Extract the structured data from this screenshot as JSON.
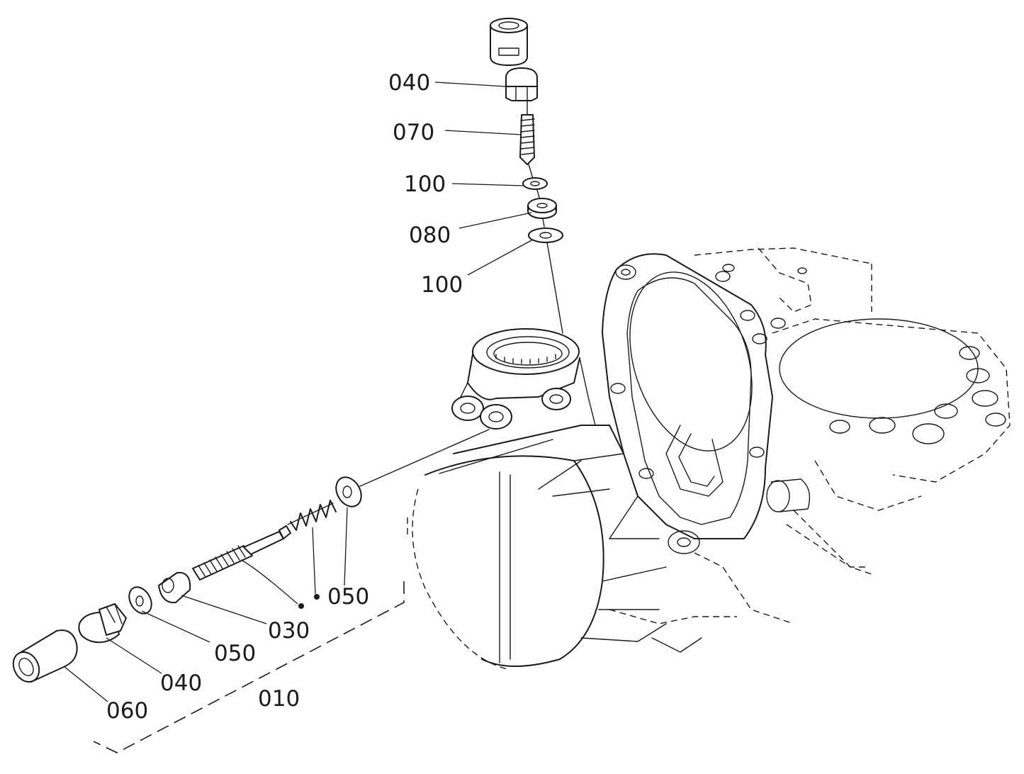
{
  "labels": {
    "l040_top": "040",
    "l070": "070",
    "l100_a": "100",
    "l080": "080",
    "l100_b": "100",
    "l050_right": "050",
    "l030": "030",
    "l050_left": "050",
    "l040_bottom": "040",
    "l010": "010",
    "l060": "060"
  }
}
